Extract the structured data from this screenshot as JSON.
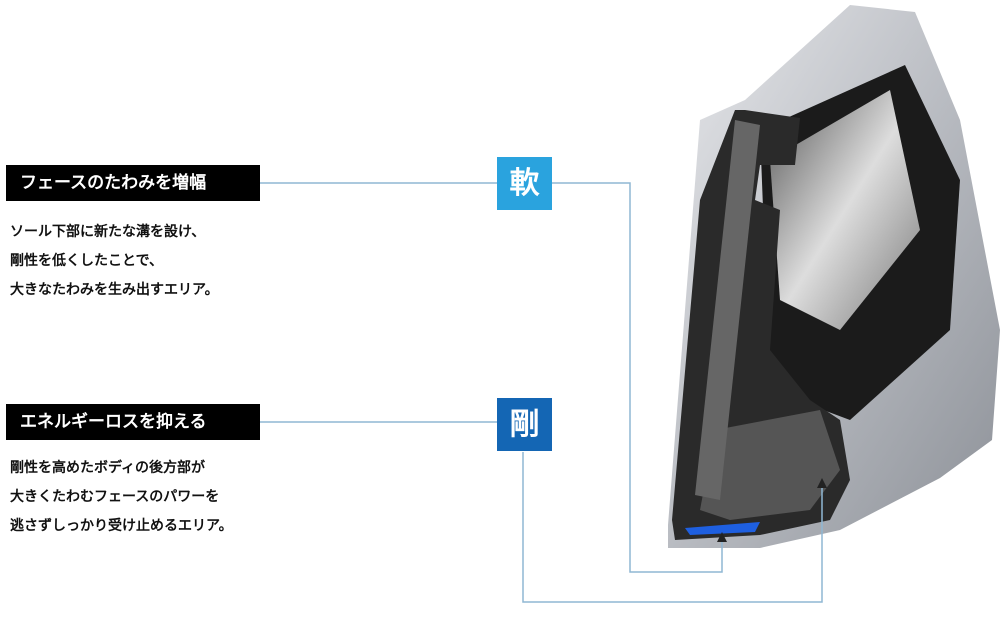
{
  "sections": [
    {
      "heading": "フェースのたわみを増幅",
      "lines": [
        "ソール下部に新たな溝を設け、",
        "剛性を低くしたことで、",
        "大きなたわみを生み出すエリア。"
      ],
      "marker": "軟",
      "marker_color": "#2aa3de"
    },
    {
      "heading": "エネルギーロスを抑える",
      "lines": [
        "剛性を高めたボディの後方部が",
        "大きくたわむフェースのパワーを",
        "逃さずしっかり受け止めるエリア。"
      ],
      "marker": "剛",
      "marker_color": "#1466b4"
    }
  ]
}
